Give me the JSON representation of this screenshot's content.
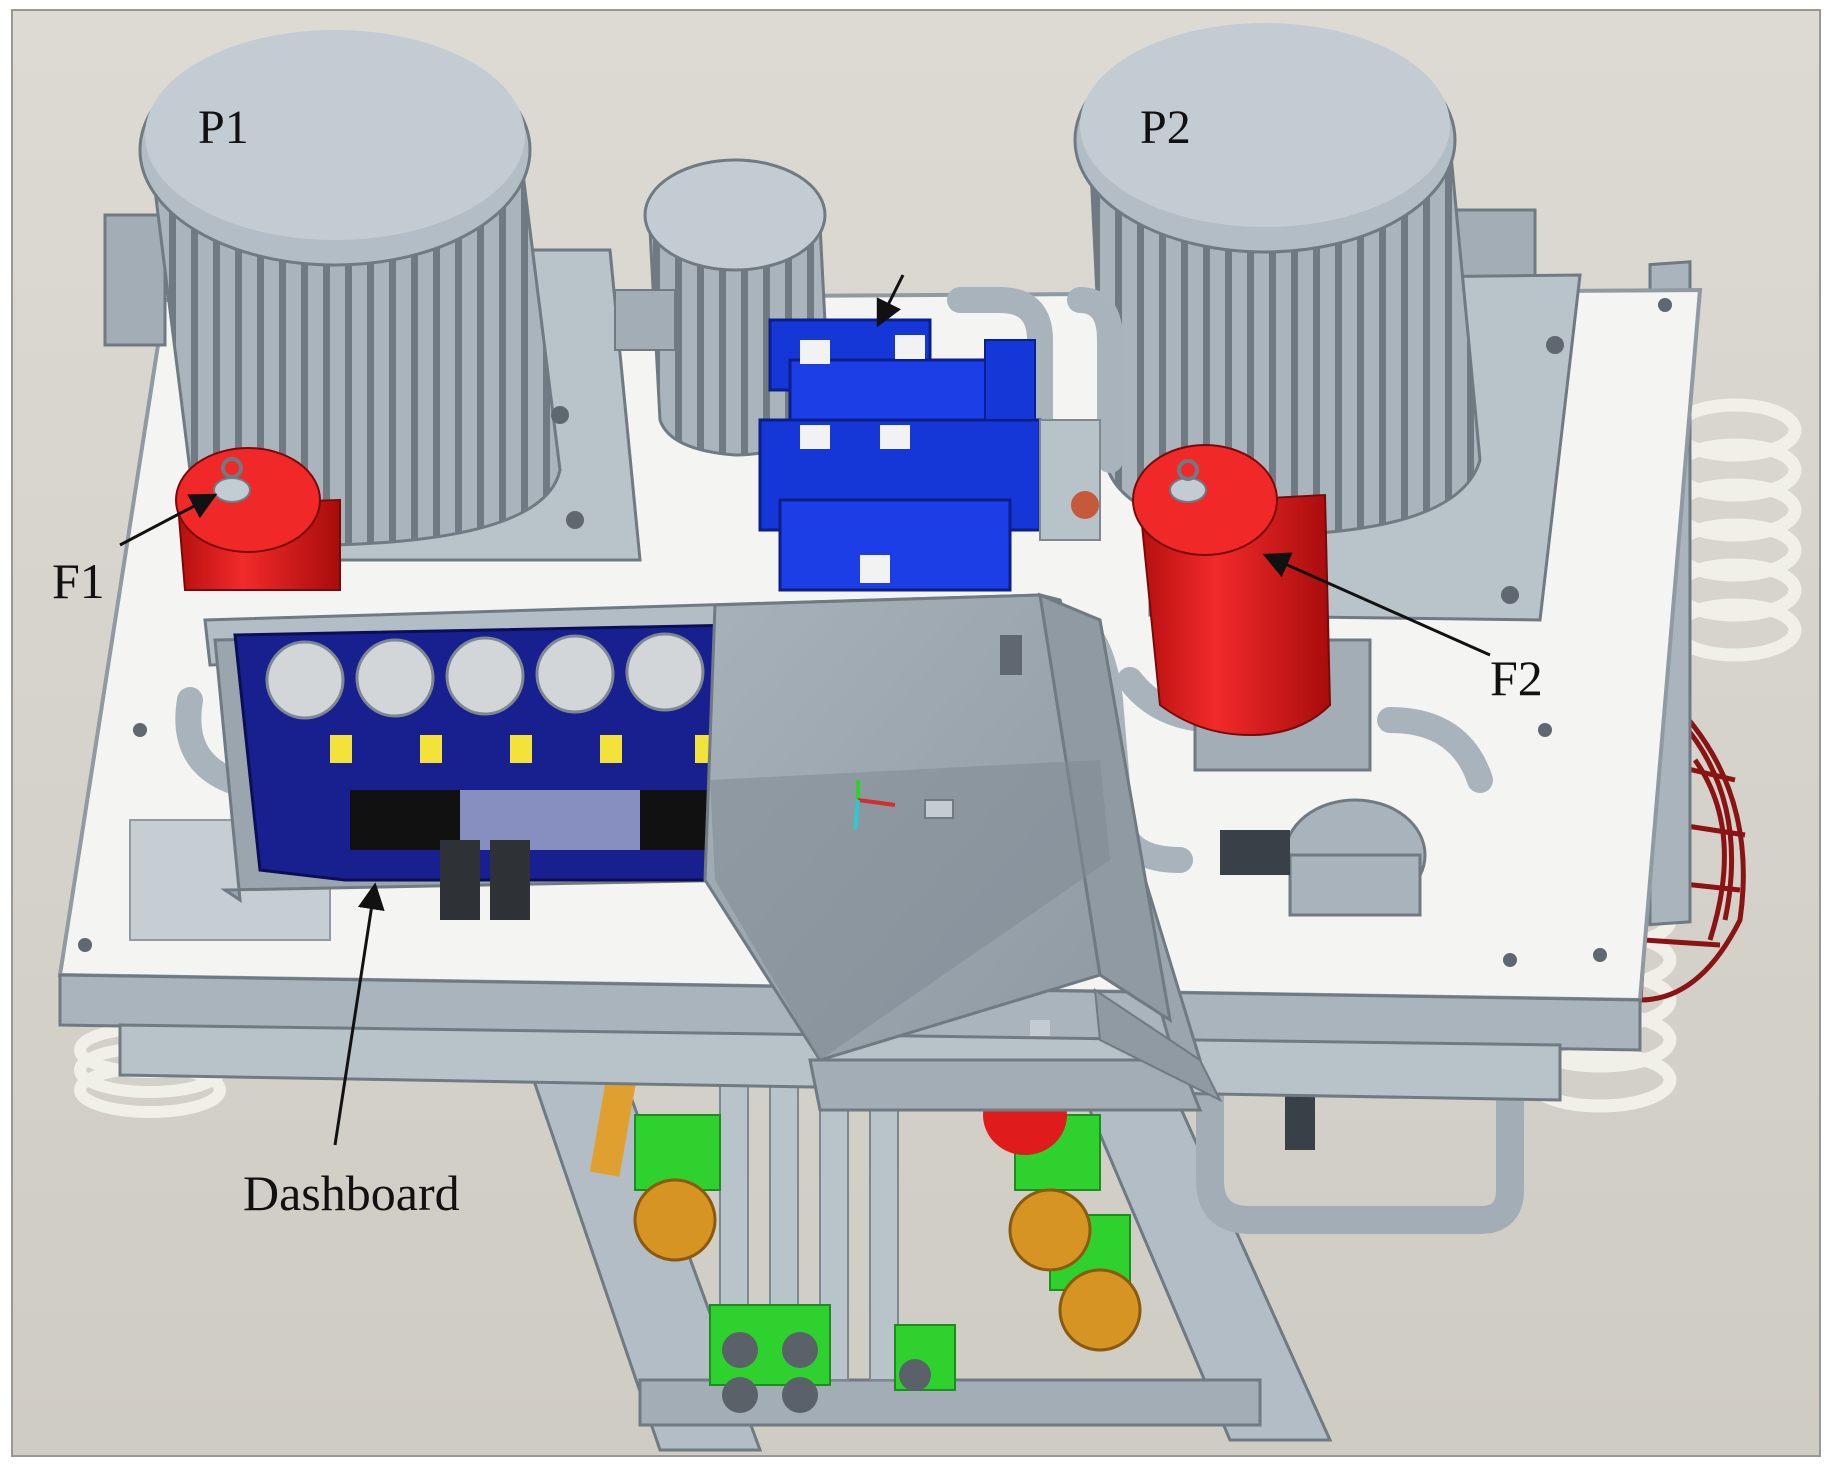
{
  "labels": {
    "p1": "P1",
    "p2": "P2",
    "f1": "F1",
    "f2": "F2",
    "dashboard": "Dashboard"
  },
  "colors": {
    "background": "#d8d6cf",
    "frame": "#aab4bc",
    "frame_dark": "#7f8b94",
    "base_plate": "#f4f4f2",
    "motor": "#aeb8c0",
    "motor_dark": "#7d8891",
    "filter_red": "#e01b1b",
    "valve_blue": "#1637d8",
    "dashboard_panel": "#18208f",
    "fitting_green": "#2fd12f",
    "fitting_orange": "#d69422",
    "coil_white": "#f0efe8",
    "guard_red": "#8a1313",
    "callout": "#111111"
  }
}
